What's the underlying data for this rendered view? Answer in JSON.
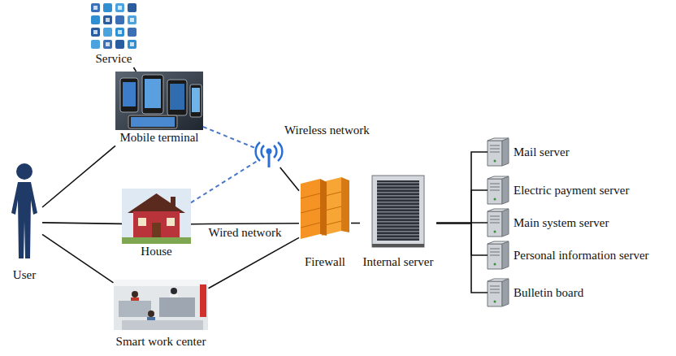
{
  "diagram": {
    "nodes": [
      {
        "text": [
          "Service"
        ]
      },
      {
        "text": [
          "Mobile terminal"
        ]
      },
      {
        "text": [
          "Wireless network"
        ]
      },
      {
        "text": [
          "User"
        ]
      },
      {
        "text": [
          "House"
        ]
      },
      {
        "text": [
          "Smart work center"
        ]
      },
      {
        "text": [
          "Firewall"
        ]
      },
      {
        "text": [
          "Internal server"
        ]
      },
      {
        "text": [
          "Mail server"
        ]
      },
      {
        "text": [
          "Electric payment server"
        ]
      },
      {
        "text": [
          "Main system server"
        ]
      },
      {
        "text": [
          "Personal information server"
        ]
      },
      {
        "text": [
          "Bulletin board"
        ]
      }
    ],
    "edges": [
      {
        "from": 3,
        "to": 1,
        "arrow": "none"
      },
      {
        "from": 3,
        "to": 4,
        "arrow": "none"
      },
      {
        "from": 3,
        "to": 5,
        "arrow": "none"
      },
      {
        "from": 1,
        "to": 0,
        "arrow": "none"
      },
      {
        "from": 1,
        "to": 2,
        "arrow": "none"
      },
      {
        "from": 4,
        "to": 2,
        "arrow": "none"
      },
      {
        "from": 2,
        "to": 6,
        "arrow": "none"
      },
      {
        "from": 4,
        "to": 6,
        "label": "Wired network",
        "arrow": "none"
      },
      {
        "from": 5,
        "to": 6,
        "arrow": "none"
      },
      {
        "from": 6,
        "to": 7,
        "arrow": "none"
      },
      {
        "from": 7,
        "to": 8,
        "arrow": "none"
      },
      {
        "from": 7,
        "to": 9,
        "arrow": "none"
      },
      {
        "from": 7,
        "to": 10,
        "arrow": "none"
      },
      {
        "from": 7,
        "to": 11,
        "arrow": "none"
      },
      {
        "from": 7,
        "to": 12,
        "arrow": "none"
      }
    ]
  }
}
